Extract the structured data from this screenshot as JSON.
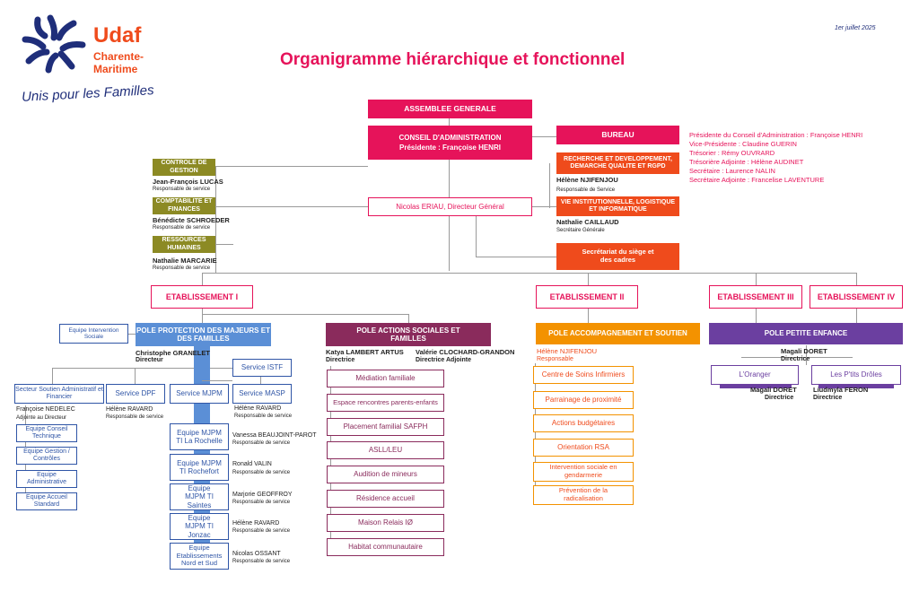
{
  "logo": {
    "brand": "Udaf",
    "region_line1": "Charente-",
    "region_line2": "Maritime",
    "tagline": "Unis pour les Familles"
  },
  "date": "1er juillet 2025",
  "title": "Organigramme hiérarchique et fonctionnel",
  "governance": {
    "ag": "ASSEMBLEE GENERALE",
    "ca_title": "CONSEIL D'ADMINISTRATION",
    "ca_president": "Présidente : Françoise HENRI",
    "bureau": "BUREAU",
    "bureau_members": [
      "Présidente du Conseil d'Administration : Françoise HENRI",
      "Vice-Présidente : Claudine GUERIN",
      "Trésorier : Rémy OUVRARD",
      "Trésorière Adjointe : Hélène AUDINET",
      "Secrétaire : Laurence NALIN",
      "Secrétaire Adjointe : Francelise LAVENTURE"
    ]
  },
  "director": {
    "name": "Nicolas ERIAU",
    "title": ", Directeur Général"
  },
  "left_services": [
    {
      "label": "CONTROLE DE GESTION",
      "name": "Jean-François LUCAS",
      "role": "Responsable de service"
    },
    {
      "label": "COMPTABILITE ET FINANCES",
      "name": "Bénédicte SCHROEDER",
      "role": "Responsable de service"
    },
    {
      "label": "RESSOURCES HUMAINES",
      "name": "Nathalie MARCARIE",
      "role": "Responsable de service"
    }
  ],
  "right_services": [
    {
      "label": "RECHERCHE ET DEVELOPPEMENT, DEMARCHE QUALITE ET RGPD",
      "name": "Hélène NJIFENJOU",
      "role": "Responsable de Service"
    },
    {
      "label": "VIE INSTITUTIONNELLE, LOGISTIQUE ET INFORMATIQUE",
      "name": "Nathalie CAILLAUD",
      "role": "Secrétaire Générale"
    }
  ],
  "secretariat": "Secrétariat du siège et des cadres",
  "establishments": [
    "ETABLISSEMENT I",
    "ETABLISSEMENT II",
    "ETABLISSEMENT III",
    "ETABLISSEMENT IV"
  ],
  "pole_protection": {
    "title": "POLE PROTECTION DES MAJEURS ET DES FAMILLES",
    "head_name": "Christophe GRANELET",
    "head_role": "Directeur",
    "equipe_intervention": "Equipe Intervention Sociale",
    "service_istf": "Service ISTF",
    "secteur": "Secteur Soutien Administratif et Financier",
    "secteur_name": "Françoise NEDELEC",
    "secteur_role": "Adjointe au Directeur",
    "secteur_teams": [
      "Equipe Conseil Technique",
      "Equipe Gestion / Contrôles",
      "Equipe Administrative",
      "Equipe Accueil Standard"
    ],
    "service_dpf": "Service DPF",
    "dpf_name": "Hélène RAVARD",
    "dpf_role": "Responsable de service",
    "service_mjpm": "Service MJPM",
    "service_masp": "Service MASP",
    "masp_name": "Hélène RAVARD",
    "masp_role": "Responsable de service",
    "mjpm_teams": [
      {
        "label": "Equipe MJPM TI La Rochelle",
        "name": "Vanessa BEAUJOINT-PAROT",
        "role": "Responsable de service"
      },
      {
        "label": "Equipe MJPM TI Rochefort",
        "name": "Ronald VALIN",
        "role": "Responsable de service"
      },
      {
        "label": "Equipe MJPM TI Saintes",
        "name": "Marjorie GEOFFROY",
        "role": "Responsable de service"
      },
      {
        "label": "Equipe MJPM TI Jonzac",
        "name": "Hélène RAVARD",
        "role": "Responsable de service"
      },
      {
        "label": "Equipe Etablissements Nord et Sud",
        "name": "Nicolas OSSANT",
        "role": "Responsable de service"
      }
    ]
  },
  "pole_sociales": {
    "title": "POLE ACTIONS SOCIALES ET FAMILLES",
    "head1_name": "Katya LAMBERT ARTUS",
    "head1_role": "Directrice",
    "head2_name": "Valérie CLOCHARD-GRANDON",
    "head2_role": "Directrice Adjointe",
    "items": [
      "Médiation familiale",
      "Espace rencontres parents-enfants",
      "Placement familial SAFPH",
      "ASLL/LEU",
      "Audition de mineurs",
      "Résidence accueil",
      "Maison Relais IØ",
      "Habitat communautaire"
    ]
  },
  "pole_accompagnement": {
    "title": "POLE ACCOMPAGNEMENT ET SOUTIEN",
    "head_name": "Hélène NJIFENJOU",
    "head_role": "Responsable",
    "items": [
      "Centre de Soins Infirmiers",
      "Parrainage de proximité",
      "Actions budgétaires",
      "Orientation RSA",
      "Intervention sociale en gendarmerie",
      "Prévention de la radicalisation"
    ]
  },
  "pole_enfance": {
    "title": "POLE PETITE ENFANCE",
    "head_name": "Magali DORET",
    "head_role": "Directrice",
    "units": [
      {
        "label": "L'Oranger",
        "name": "Magali DORET",
        "role": "Directrice"
      },
      {
        "label": "Les P'tits Drôles",
        "name": "Liudmyla FERON",
        "role": "Directrice"
      }
    ]
  },
  "colors": {
    "pink": "#e6135a",
    "orange": "#ef4b1c",
    "olive": "#8c8a24",
    "navy": "#1f2e7a",
    "blue": "#5b8fd6",
    "plum": "#8a2b5c",
    "gold": "#f39200",
    "violet": "#6b3fa0"
  }
}
